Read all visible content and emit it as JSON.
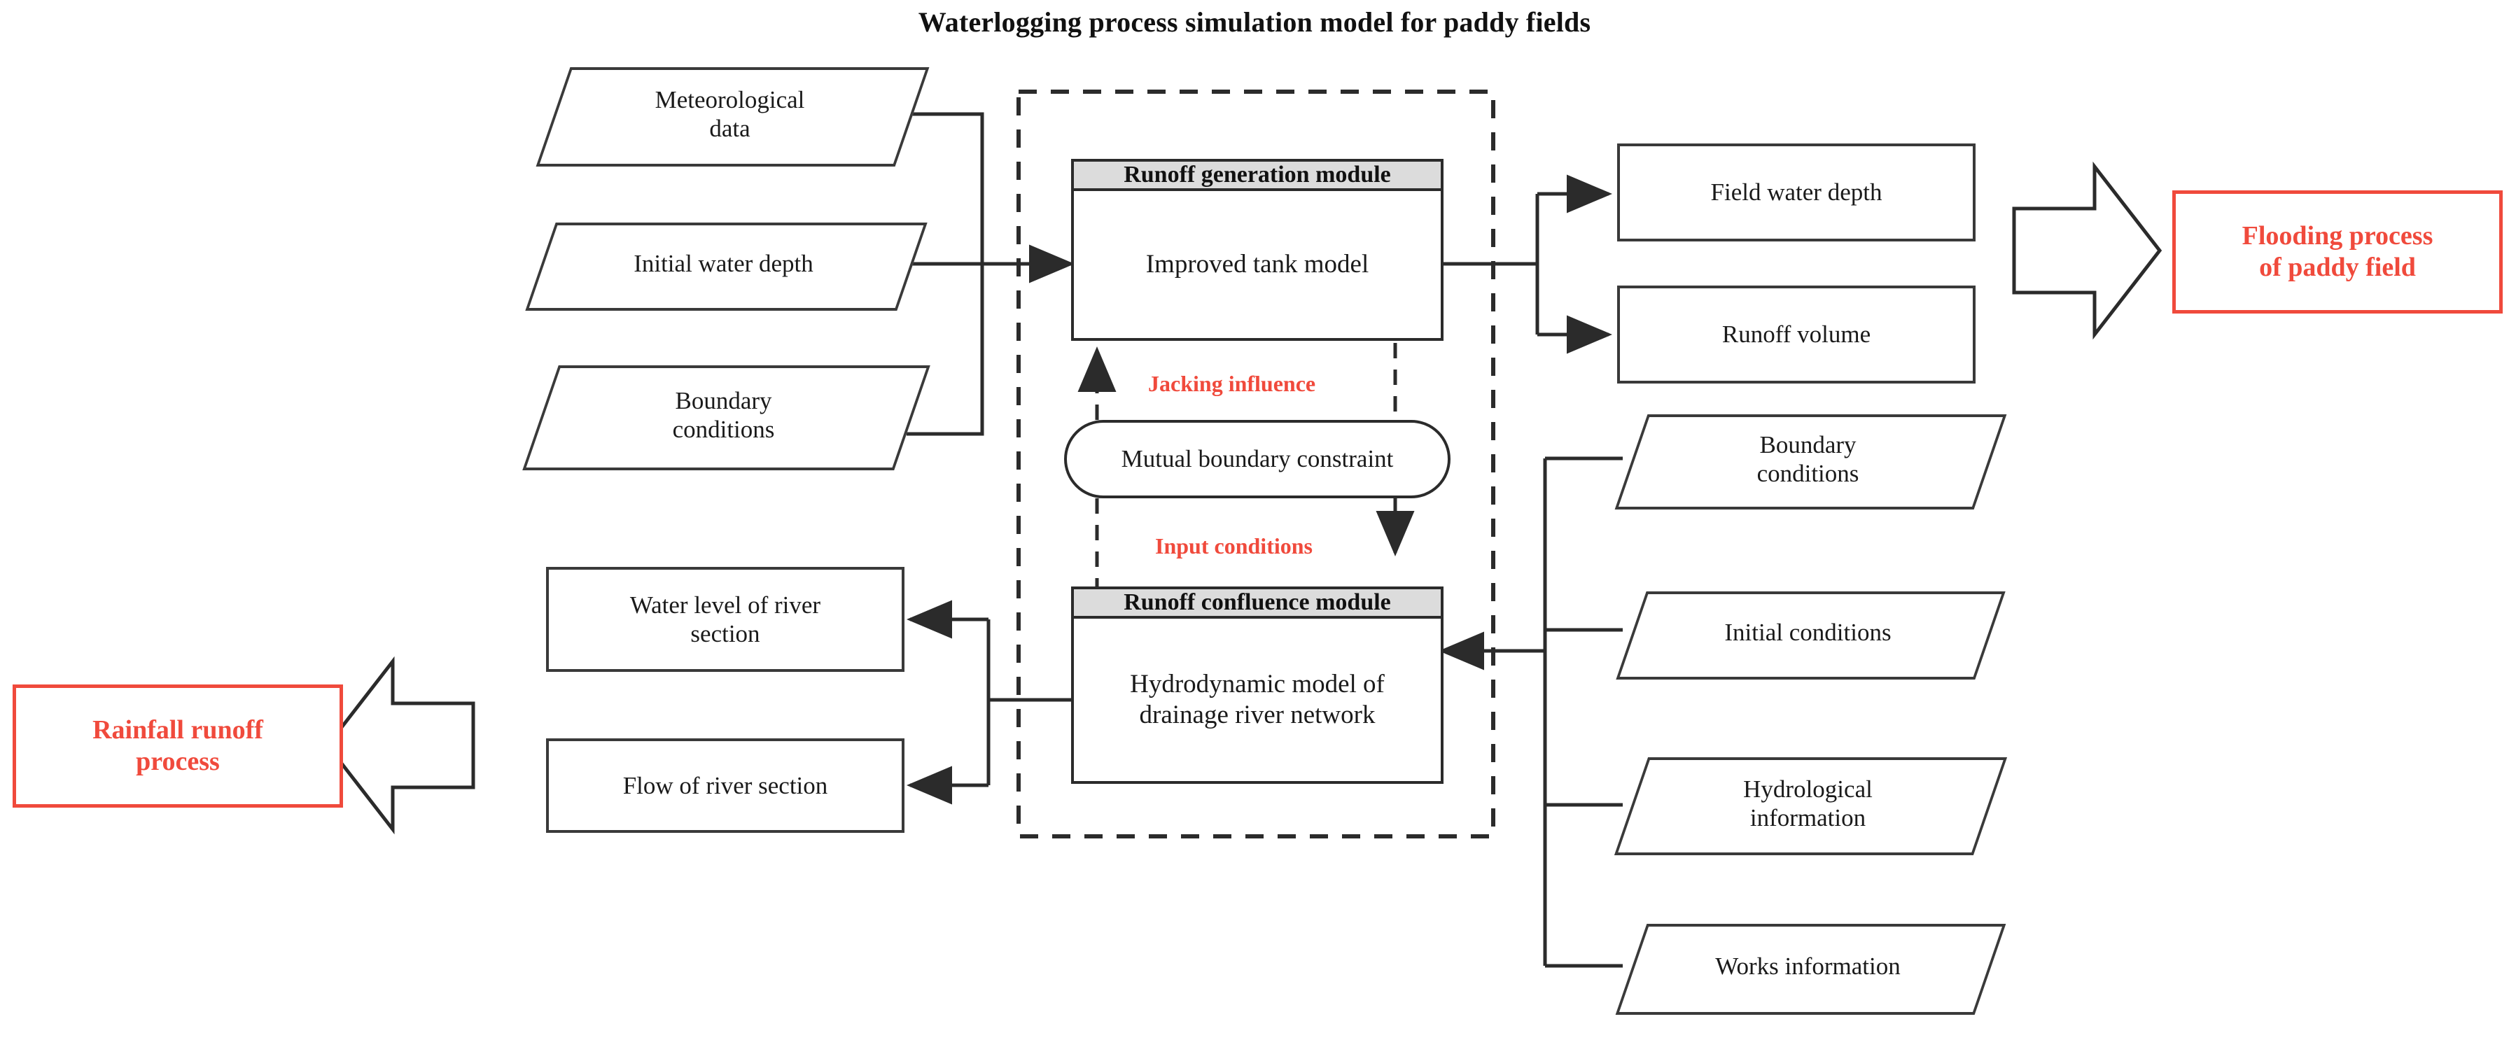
{
  "title": "Waterlogging process simulation model for paddy fields",
  "colors": {
    "accent_red": "#F04A3C",
    "module_header_fill": "#DCDCDC",
    "stroke": "#2B2B2B",
    "background": "#FFFFFF"
  },
  "inputs_left": [
    {
      "id": "meteorological-data",
      "label": "Meteorological\ndata"
    },
    {
      "id": "initial-water-depth",
      "label": "Initial water  depth"
    },
    {
      "id": "boundary-conditions-left",
      "label": "Boundary\nconditions"
    }
  ],
  "modules": [
    {
      "id": "runoff-generation-module",
      "header": "Runoff generation module",
      "body": "Improved tank model"
    },
    {
      "id": "runoff-confluence-module",
      "header": "Runoff confluence module",
      "body": "Hydrodynamic model of\ndrainage river network"
    }
  ],
  "coupling": {
    "node_label": "Mutual boundary constraint",
    "up_label": "Jacking influence",
    "down_label": "Input conditions"
  },
  "outputs_right": [
    {
      "id": "field-water-depth",
      "label": "Field water depth"
    },
    {
      "id": "runoff-volume",
      "label": "Runoff volume"
    }
  ],
  "outputs_left": [
    {
      "id": "water-level-of-river-section",
      "label": "Water level of river\nsection"
    },
    {
      "id": "flow-of-river-section",
      "label": "Flow of river section"
    }
  ],
  "inputs_right": [
    {
      "id": "boundary-conditions-right",
      "label": "Boundary\nconditions"
    },
    {
      "id": "initial-conditions",
      "label": "Initial conditions"
    },
    {
      "id": "hydrological-information",
      "label": "Hydrological\ninformation"
    },
    {
      "id": "works-information",
      "label": "Works information"
    }
  ],
  "results": [
    {
      "id": "flooding-process-of-paddy-field",
      "label": "Flooding process\nof paddy field"
    },
    {
      "id": "rainfall-runoff-process",
      "label": "Rainfall runoff\nprocess"
    }
  ]
}
